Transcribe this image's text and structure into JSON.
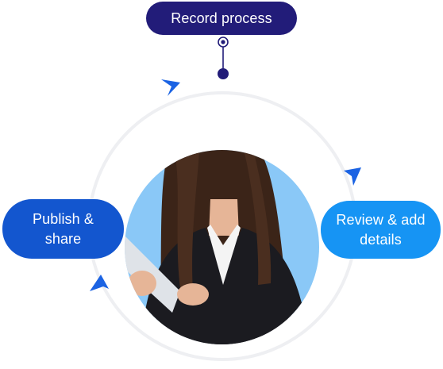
{
  "steps": {
    "record": "Record process",
    "review": "Review & add details",
    "publish": "Publish & share"
  },
  "colors": {
    "record_pill": "#221c79",
    "review_pill": "#1694f4",
    "publish_pill": "#1356cf",
    "ring": "#eeeff2",
    "arrow": "#1b63e3",
    "photo_backdrop": "#8ac8f7"
  },
  "illustration": "woman-with-tablet-photo"
}
